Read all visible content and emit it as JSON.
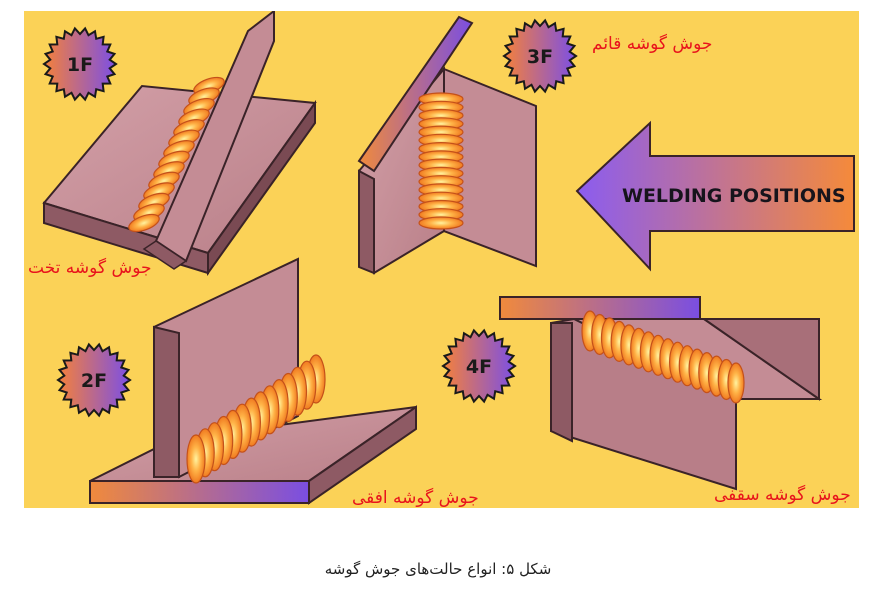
{
  "figure": {
    "positions": [
      {
        "id": "1F",
        "label": "1F",
        "name_fa": "جوش گوشه تخت"
      },
      {
        "id": "2F",
        "label": "2F",
        "name_fa": "جوش گوشه افقی"
      },
      {
        "id": "3F",
        "label": "3F",
        "name_fa": "جوش گوشه قائم"
      },
      {
        "id": "4F",
        "label": "4F",
        "name_fa": "جوش گوشه سقفی"
      }
    ],
    "arrow_text": "WELDING POSITIONS",
    "colors": {
      "background": "#fbd257",
      "plate": "#c9909a",
      "plate_dark": "#8e5a64",
      "weld": "#f58a24",
      "badge_start": "#f5813a",
      "badge_end": "#7b4fe6",
      "label_red": "#e8141c"
    }
  },
  "caption": "شکل ۵: انواع حالت‌های جوش گوشه"
}
